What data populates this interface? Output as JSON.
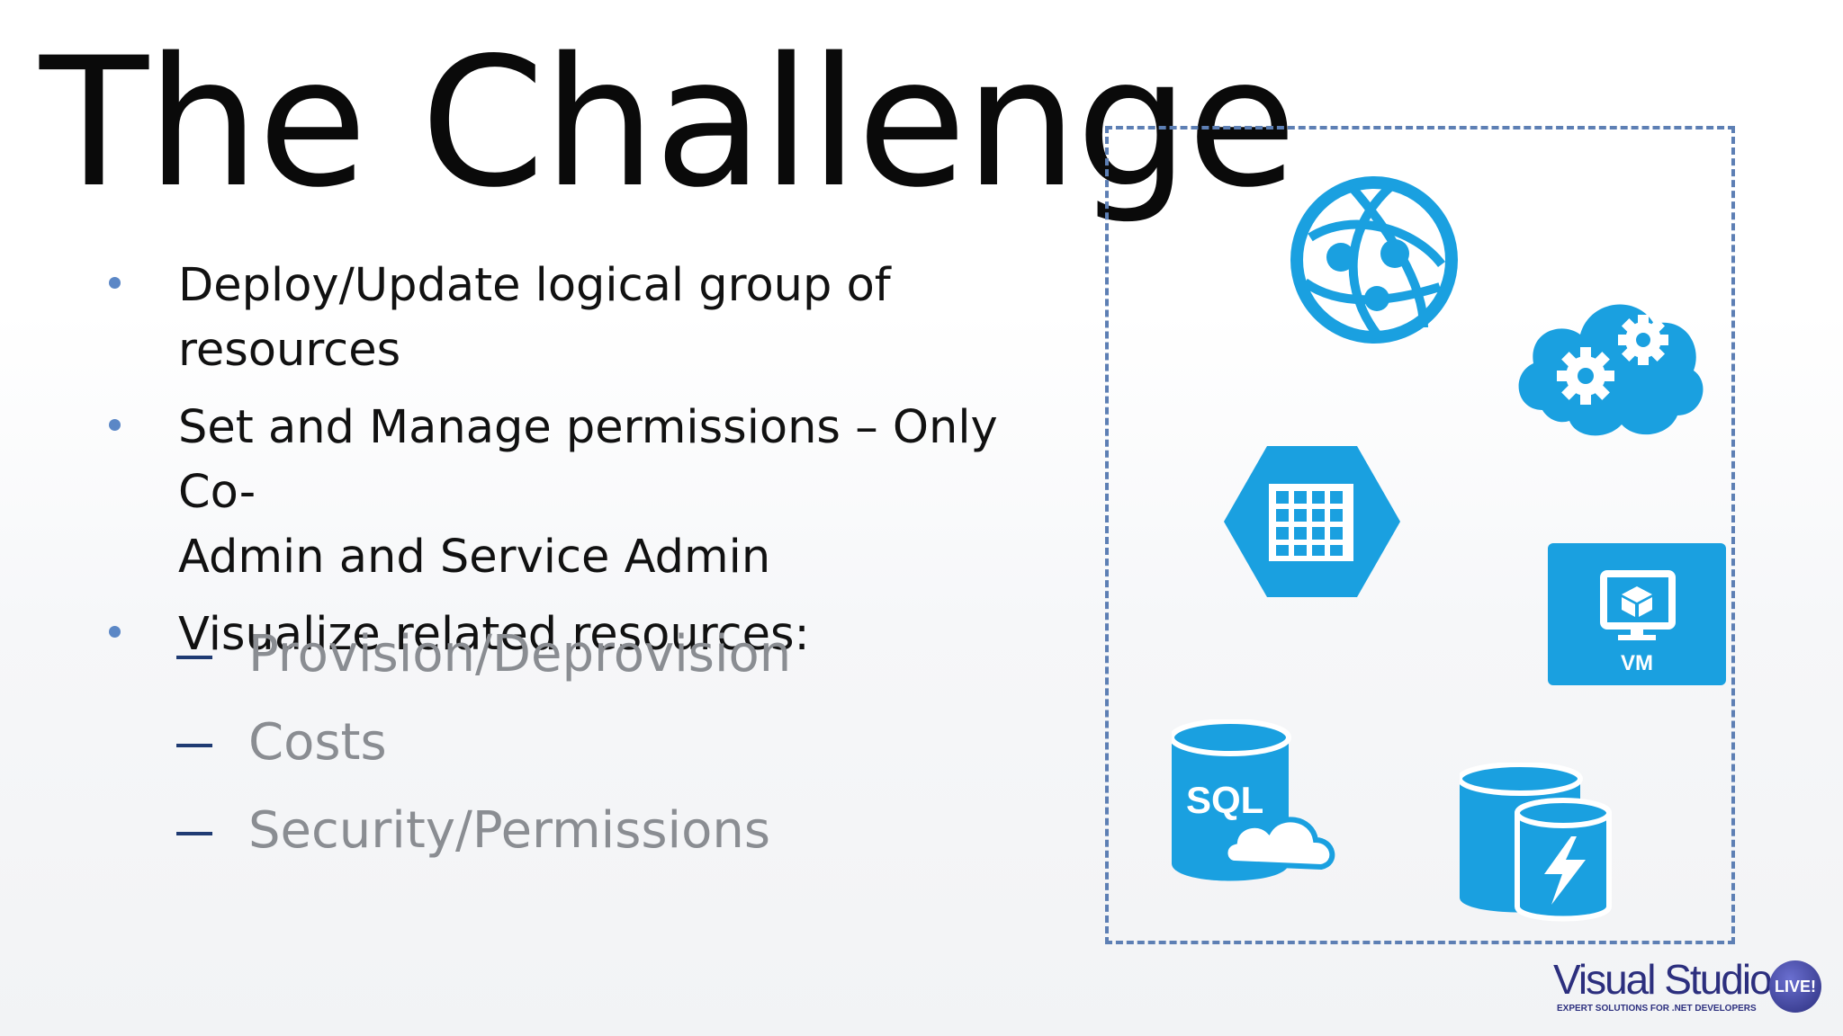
{
  "slide": {
    "title": "The Challenge",
    "bullets": [
      {
        "lines": [
          "Deploy/Update logical group of",
          "resources"
        ]
      },
      {
        "lines": [
          "Set and Manage permissions – Only  Co-",
          "Admin and Service Admin"
        ]
      },
      {
        "lines": [
          "Visualize related resources:"
        ]
      }
    ],
    "sub_bullets": [
      "Provision/Deprovision",
      "Costs",
      "Security/Permissions"
    ]
  },
  "diagram": {
    "icons": [
      {
        "name": "web-app-globe-icon"
      },
      {
        "name": "cloud-service-gears-icon"
      },
      {
        "name": "storage-table-hexagon-icon"
      },
      {
        "name": "virtual-machine-icon",
        "label": "VM"
      },
      {
        "name": "sql-database-cloud-icon",
        "label": "SQL"
      },
      {
        "name": "redis-cache-icon"
      }
    ],
    "accent_color": "#1aa0e0",
    "frame_color": "#5d7fb4"
  },
  "branding": {
    "logo_text": "Visual Studio",
    "logo_sub": "EXPERT SOLUTIONS FOR .NET DEVELOPERS",
    "badge_text": "LIVE!"
  }
}
